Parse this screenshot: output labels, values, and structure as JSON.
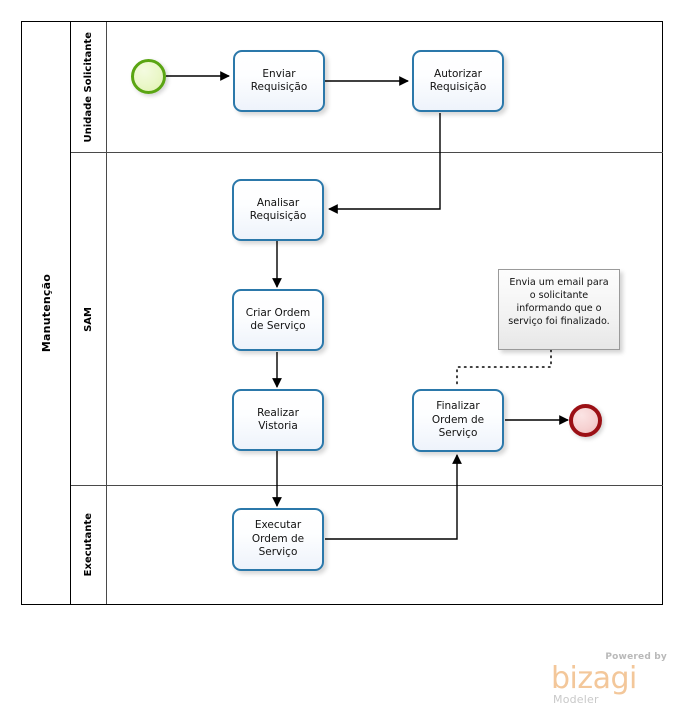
{
  "diagram": {
    "type": "bpmn-process-diagram",
    "pool": {
      "name": "Manutenção"
    },
    "lanes": [
      {
        "id": "lane-unidade-solicitante",
        "label": "Unidade Solicitante"
      },
      {
        "id": "lane-sam",
        "label": "SAM"
      },
      {
        "id": "lane-executante",
        "label": "Executante"
      }
    ],
    "events": [
      {
        "id": "start-event",
        "kind": "start",
        "lane": "lane-unidade-solicitante",
        "label": ""
      },
      {
        "id": "end-event",
        "kind": "end",
        "lane": "lane-sam",
        "label": ""
      }
    ],
    "tasks": [
      {
        "id": "task-enviar-requisicao",
        "label": "Enviar\nRequisição",
        "lane": "lane-unidade-solicitante"
      },
      {
        "id": "task-autorizar-requisicao",
        "label": "Autorizar\nRequisição",
        "lane": "lane-unidade-solicitante"
      },
      {
        "id": "task-analisar-requisicao",
        "label": "Analisar\nRequisição",
        "lane": "lane-sam"
      },
      {
        "id": "task-criar-ordem-servico",
        "label": "Criar Ordem\nde Serviço",
        "lane": "lane-sam"
      },
      {
        "id": "task-realizar-vistoria",
        "label": "Realizar\nVistoria",
        "lane": "lane-sam"
      },
      {
        "id": "task-finalizar-ordem-servico",
        "label": "Finalizar\nOrdem de\nServiço",
        "lane": "lane-sam"
      },
      {
        "id": "task-executar-ordem-servico",
        "label": "Executar\nOrdem de\nServiço",
        "lane": "lane-executante"
      }
    ],
    "annotations": [
      {
        "id": "annotation-email",
        "text": "Envia um email para o solicitante informando que o serviço foi finalizado.",
        "attached_to": "task-finalizar-ordem-servico"
      }
    ],
    "flows": [
      {
        "from": "start-event",
        "to": "task-enviar-requisicao"
      },
      {
        "from": "task-enviar-requisicao",
        "to": "task-autorizar-requisicao"
      },
      {
        "from": "task-autorizar-requisicao",
        "to": "task-analisar-requisicao"
      },
      {
        "from": "task-analisar-requisicao",
        "to": "task-criar-ordem-servico"
      },
      {
        "from": "task-criar-ordem-servico",
        "to": "task-realizar-vistoria"
      },
      {
        "from": "task-realizar-vistoria",
        "to": "task-executar-ordem-servico"
      },
      {
        "from": "task-executar-ordem-servico",
        "to": "task-finalizar-ordem-servico"
      },
      {
        "from": "task-finalizar-ordem-servico",
        "to": "end-event"
      }
    ]
  },
  "watermark": {
    "powered_by": "Powered by",
    "brand": "bizagi",
    "product": "Modeler"
  },
  "colors": {
    "task_border": "#2b78aa",
    "start_event_border": "#5aa513",
    "end_event_border": "#9b1015",
    "pool_border": "#000000",
    "lane_border": "#4a4a4a",
    "annotation_border": "#9a9a9a",
    "brand_orange": "#f3c79a"
  }
}
